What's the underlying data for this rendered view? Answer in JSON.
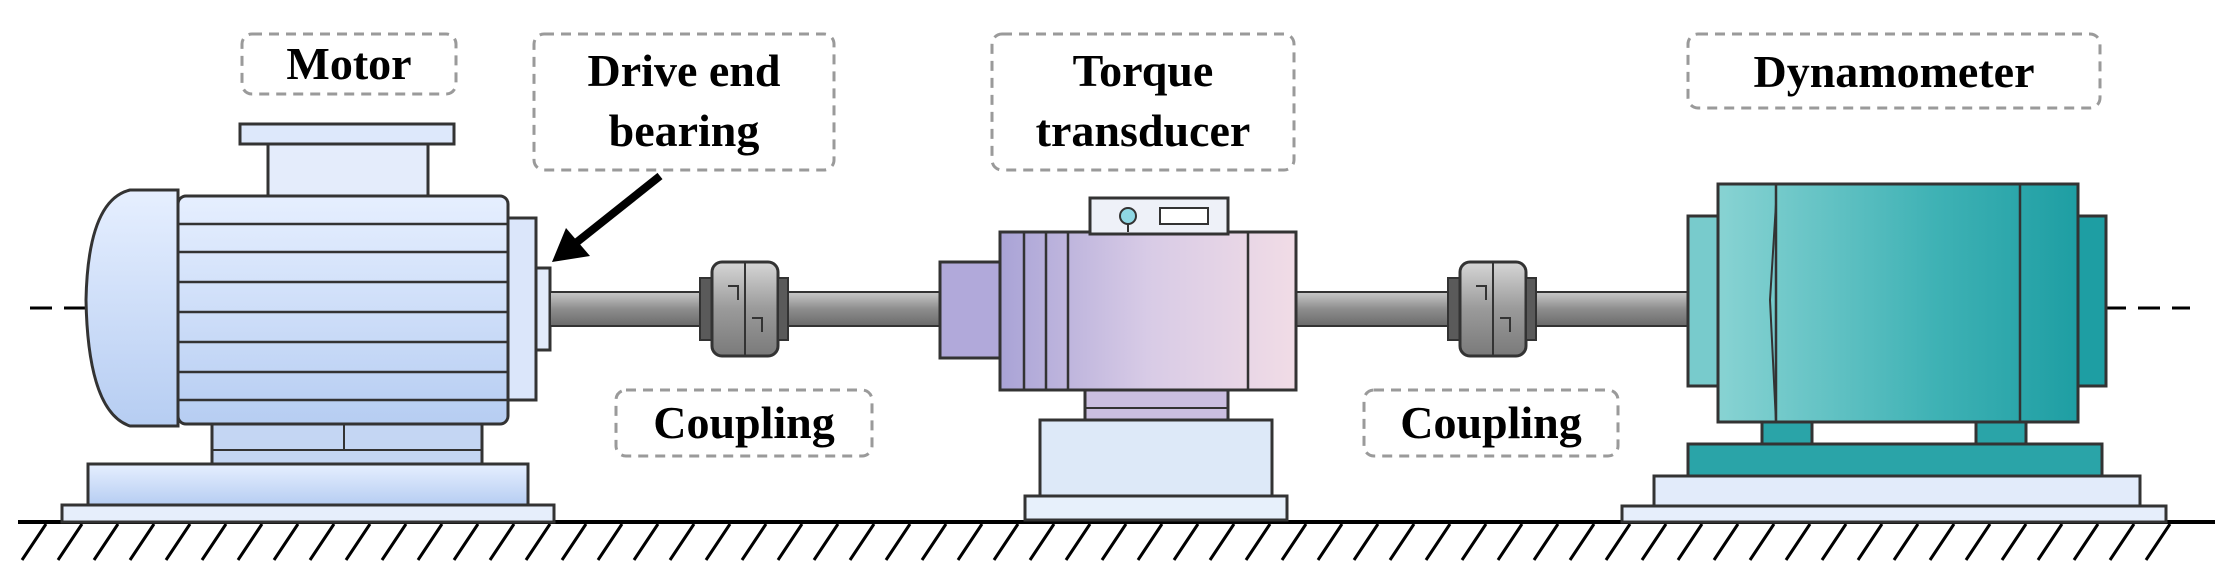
{
  "labels": {
    "motor": "Motor",
    "drive_end_bearing_line1": "Drive end",
    "drive_end_bearing_line2": "bearing",
    "torque_transducer_line1": "Torque",
    "torque_transducer_line2": "transducer",
    "dynamometer": "Dynamometer",
    "coupling_left": "Coupling",
    "coupling_right": "Coupling"
  },
  "colors": {
    "outline": "#3a3a3a",
    "motor_fill": "#c6d9f5",
    "motor_base": "#dce8f7",
    "shaft": "#7a7a7a",
    "coupling": "#8a8a8a",
    "transducer_fill": "#d9c9e6",
    "dynamometer_fill": "#3fb2b5",
    "dynamometer_base": "#2a9ea3",
    "label_border": "#9a9a9a",
    "arrow": "#000000"
  }
}
